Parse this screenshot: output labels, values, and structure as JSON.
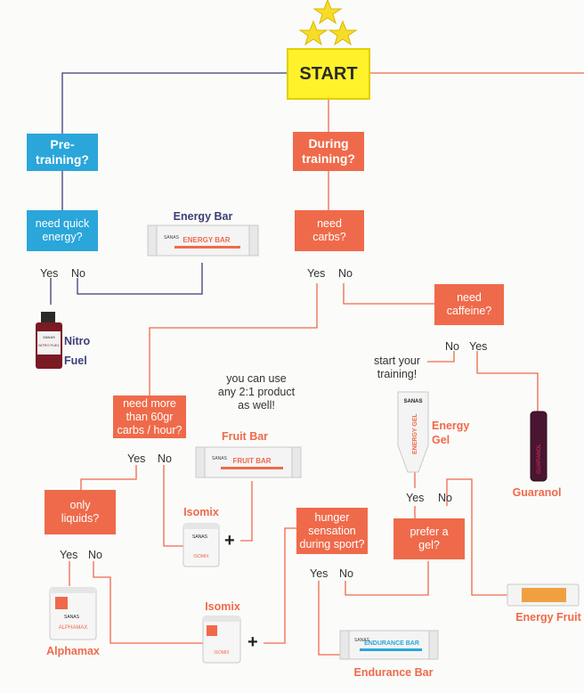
{
  "nodes": {
    "start": "START",
    "pre_training": "Pre-\ntraining?",
    "during_training": "During\ntraining?",
    "need_quick_energy": "need quick\nenergy?",
    "need_carbs": "need\ncarbs?",
    "need_caffeine": "need\ncaffeine?",
    "more_than_60gr": "need more\nthan 60gr\ncarbs / hour?",
    "only_liquids": "only\nliquids?",
    "hunger_sensation": "hunger\nsensation\nduring sport?",
    "prefer_gel": "prefer a\ngel?"
  },
  "answers": {
    "yes": "Yes",
    "no": "No"
  },
  "notes": {
    "start_training": "start your\ntraining!",
    "any_21_product": "you can use\nany 2:1 product\nas well!",
    "plus": "+"
  },
  "products": {
    "energy_bar": "Energy Bar",
    "nitro_fuel": "Nitro\nFuel",
    "fruit_bar": "Fruit Bar",
    "energy_gel": "Energy\nGel",
    "guaranol": "Guaranol",
    "isomix": "Isomix",
    "alphamax": "Alphamax",
    "endurance_bar": "Endurance Bar",
    "energy_fruit": "Energy Fruit"
  },
  "packaging": {
    "energy_bar_print": "ENERGY BAR",
    "fruit_bar_print": "FRUIT BAR",
    "endurance_bar_print": "ENDURANCE BAR",
    "energy_gel_print": "ENERGY GEL",
    "isomix_print": "ISOMIX",
    "alphamax_print": "ALPHAMAX",
    "guaranol_print": "GUARANOL",
    "nitro_print": "NITRO FUEL",
    "brand": "SANAS"
  },
  "colors": {
    "orange": "#ef6a4a",
    "blue": "#2aa6da",
    "navy": "#3a3f76",
    "start_yellow": "#fff12a",
    "star_yellow": "#f7dc2a"
  }
}
